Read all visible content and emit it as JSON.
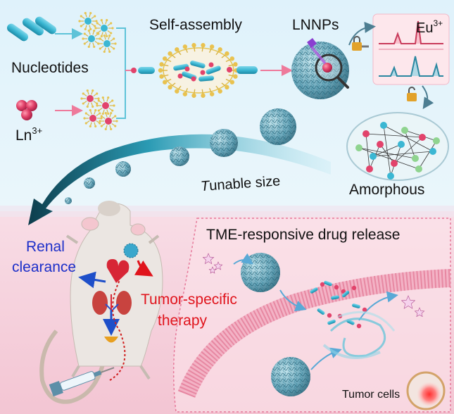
{
  "labels": {
    "nucleotides": "Nucleotides",
    "ln_base": "Ln",
    "ln_sup": "3+",
    "self_assembly": "Self-assembly",
    "lnnps": "LNNPs",
    "eu_base": "Eu",
    "eu_sup": "3+",
    "tunable_italic": "T",
    "tunable_rest": "unable size",
    "amorphous": "Amorphous",
    "renal_line1": "Renal",
    "renal_line2": "clearance",
    "tumor_line1": "Tumor-specific",
    "tumor_line2": "therapy",
    "tme_title": "TME-responsive drug release",
    "tumor_cells": "Tumor cells"
  },
  "colors": {
    "top_bg": "#d8eef8",
    "bottom_bg": "#f7d3de",
    "cyan_rod": "#3bb7d3",
    "ln_ball": "#e2436b",
    "gold_chain": "#e7c450",
    "renal_text": "#1c2fc9",
    "tumor_text": "#e0141c",
    "nanoparticle": "#5a8fa4",
    "membrane": "#e88aa4"
  },
  "icons": [
    "cyan-rod-icon",
    "ln-ball-icon",
    "lock-icon",
    "unlock-icon",
    "magnifier-icon",
    "laser-icon",
    "mouse-illustration",
    "kidney-icon",
    "heart-icon",
    "syringe-icon",
    "star-icon"
  ]
}
